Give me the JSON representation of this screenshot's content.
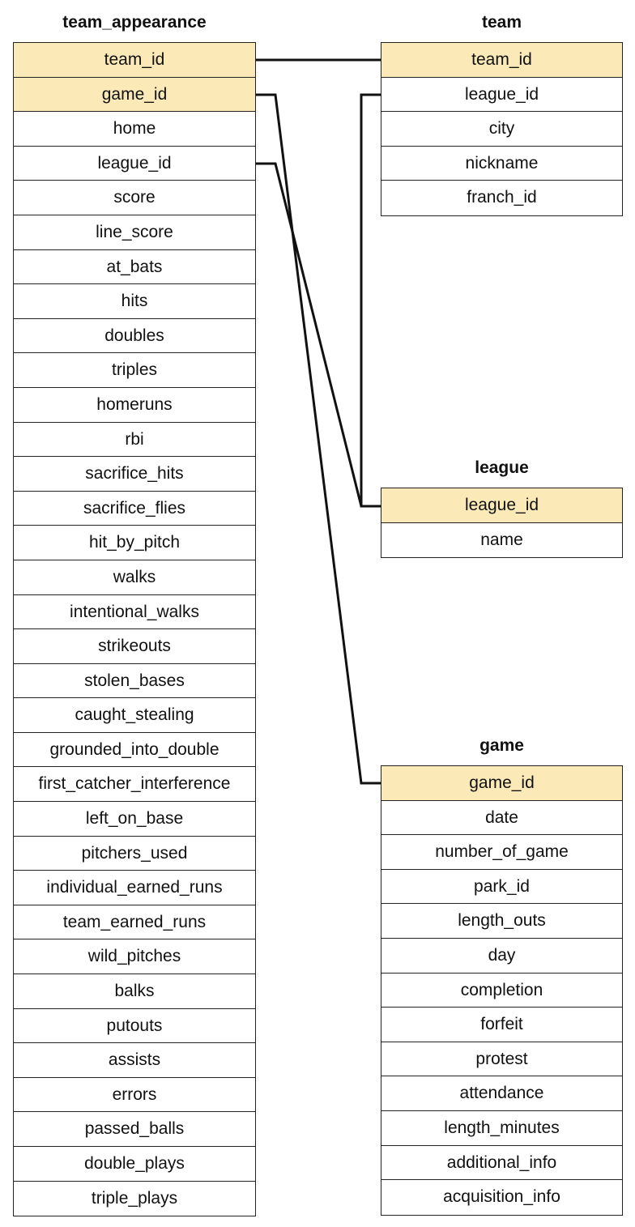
{
  "tables": {
    "team_appearance": {
      "title": "team_appearance",
      "fields": [
        "team_id",
        "game_id",
        "home",
        "league_id",
        "score",
        "line_score",
        "at_bats",
        "hits",
        "doubles",
        "triples",
        "homeruns",
        "rbi",
        "sacrifice_hits",
        "sacrifice_flies",
        "hit_by_pitch",
        "walks",
        "intentional_walks",
        "strikeouts",
        "stolen_bases",
        "caught_stealing",
        "grounded_into_double",
        "first_catcher_interference",
        "left_on_base",
        "pitchers_used",
        "individual_earned_runs",
        "team_earned_runs",
        "wild_pitches",
        "balks",
        "putouts",
        "assists",
        "errors",
        "passed_balls",
        "double_plays",
        "triple_plays"
      ],
      "key_fields": [
        "team_id",
        "game_id"
      ]
    },
    "team": {
      "title": "team",
      "fields": [
        "team_id",
        "league_id",
        "city",
        "nickname",
        "franch_id"
      ],
      "key_fields": [
        "team_id"
      ]
    },
    "league": {
      "title": "league",
      "fields": [
        "league_id",
        "name"
      ],
      "key_fields": [
        "league_id"
      ]
    },
    "game": {
      "title": "game",
      "fields": [
        "game_id",
        "date",
        "number_of_game",
        "park_id",
        "length_outs",
        "day",
        "completion",
        "forfeit",
        "protest",
        "attendance",
        "length_minutes",
        "additional_info",
        "acquisition_info"
      ],
      "key_fields": [
        "game_id"
      ]
    }
  },
  "relationships": [
    {
      "from": "team_appearance.team_id",
      "to": "team.team_id"
    },
    {
      "from": "team_appearance.game_id",
      "to": "game.game_id"
    },
    {
      "from": "team_appearance.league_id",
      "to": "league.league_id"
    },
    {
      "from": "team.league_id",
      "to": "league.league_id"
    }
  ],
  "colors": {
    "key_row": "#fbe9b7",
    "border": "#222222",
    "line": "#111111"
  }
}
